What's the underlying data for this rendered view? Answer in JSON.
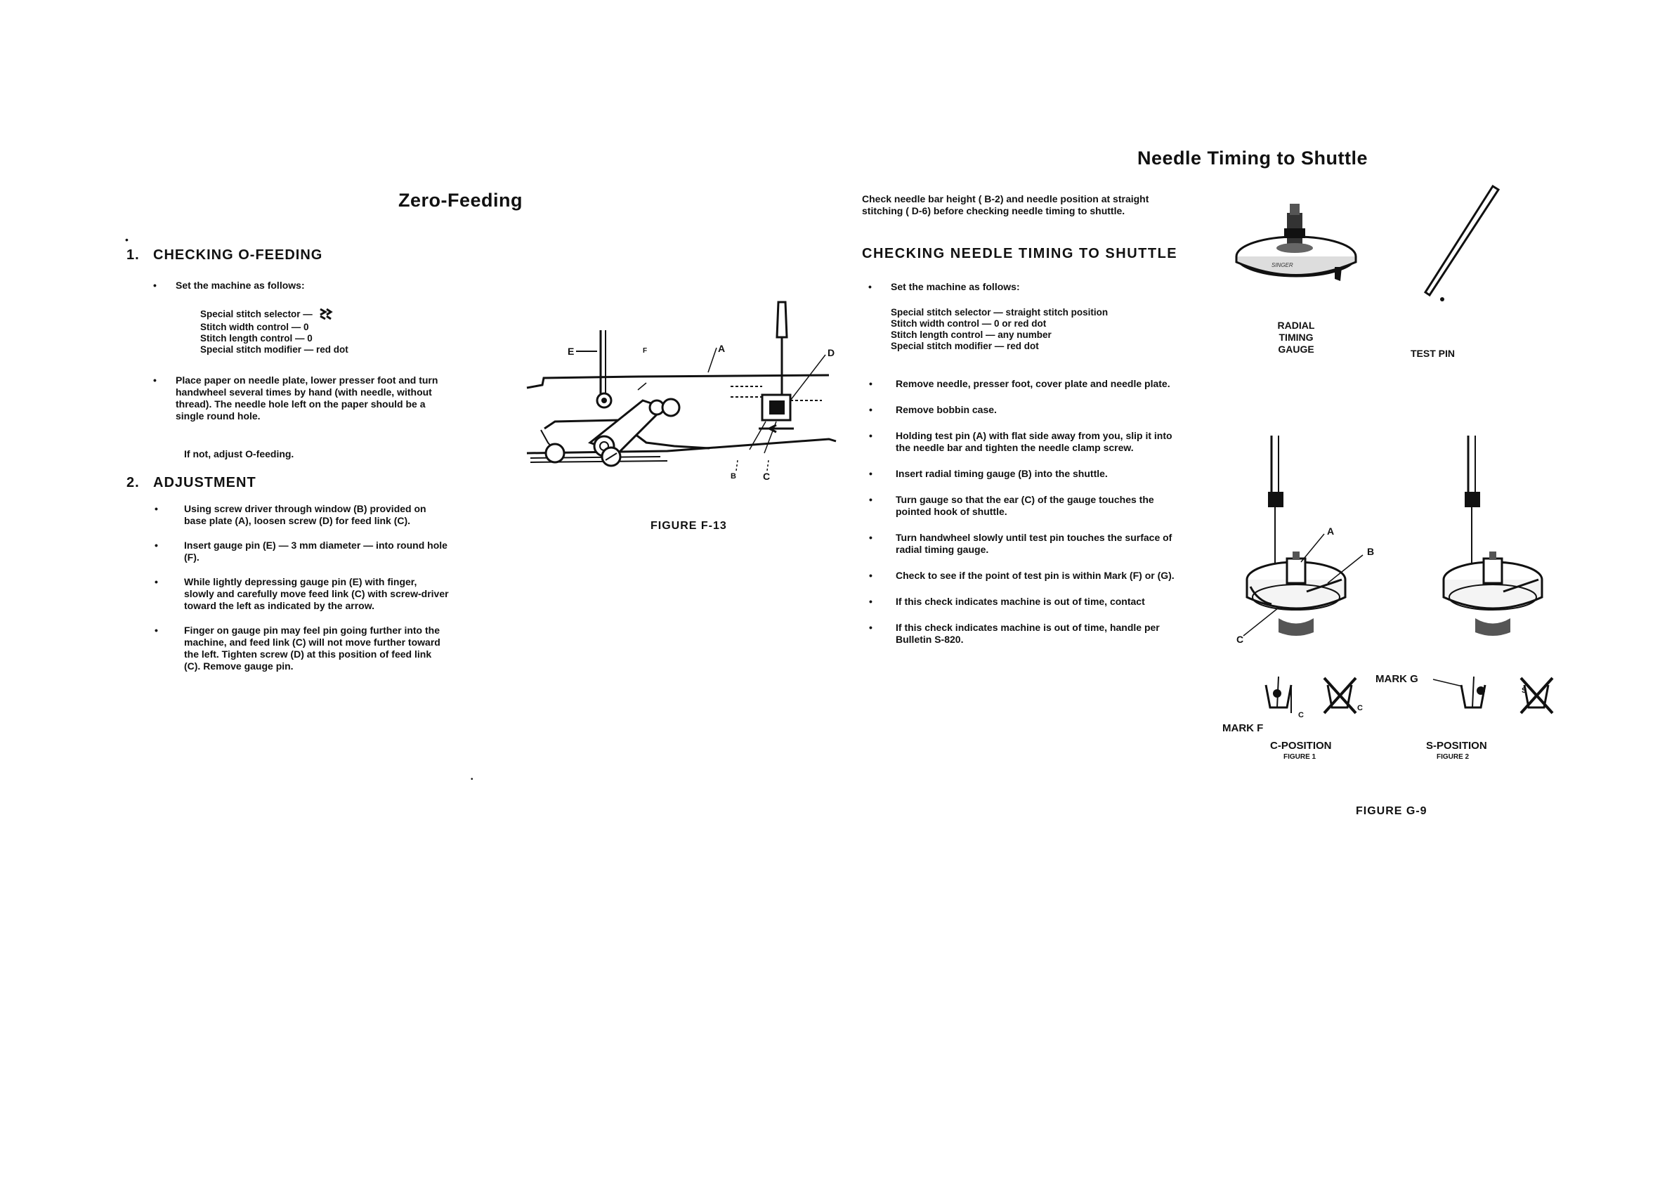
{
  "left": {
    "title": "Zero-Feeding",
    "sec1": {
      "num": "1.",
      "heading": "CHECKING O-FEEDING"
    },
    "b1": "Set the machine as follows:",
    "settings": [
      "Special stitch selector —",
      "Stitch width control — 0",
      "Stitch length control — 0",
      "Special stitch modifier — red dot"
    ],
    "b2": "Place paper on needle plate, lower presser foot and turn handwheel several times by hand (with needle, without thread). The needle hole left on the paper should be a single round hole.",
    "note": "If not, adjust O-feeding.",
    "sec2": {
      "num": "2.",
      "heading": "ADJUSTMENT"
    },
    "adj": [
      "Using screw driver through window (B) provided on base plate (A), loosen screw (D) for feed link (C).",
      "Insert gauge pin (E) — 3 mm diameter — into round hole (F).",
      "While lightly depressing gauge pin (E) with finger, slowly and carefully move feed link (C) with screw-driver toward the left as indicated by the arrow.",
      "Finger on gauge pin may feel pin going further into the machine, and feed link (C) will not move further toward the left. Tighten screw (D) at this position of feed link (C). Remove gauge pin."
    ]
  },
  "figure_f13": {
    "caption": "FIGURE F-13",
    "labels": {
      "E": "E",
      "F": "F",
      "A": "A",
      "D": "D",
      "B": "B",
      "C": "C"
    }
  },
  "right": {
    "title": "Needle Timing to Shuttle",
    "intro": "Check needle bar height ( B-2) and needle position at straight stitching ( D-6) before checking needle timing to shuttle.",
    "heading": "CHECKING NEEDLE TIMING TO SHUTTLE",
    "b1": "Set the machine as follows:",
    "settings": [
      "Special stitch selector — straight stitch position",
      "Stitch width control — 0 or red dot",
      "Stitch length control — any number",
      "Special stitch modifier — red dot"
    ],
    "bullets": [
      "Remove needle, presser foot, cover plate and needle plate.",
      "Remove bobbin case.",
      "Holding test pin (A) with flat side away from you, slip it into the needle bar and tighten the needle clamp screw.",
      "Insert radial timing gauge (B) into the shuttle.",
      "Turn gauge so that the ear (C) of the gauge touches the pointed hook of shuttle.",
      "Turn handwheel slowly until test pin touches the surface of radial timing gauge.",
      "Check to see if the point of test pin is within Mark (F) or (G).",
      "If this check indicates machine is out of time, contact",
      "If this check indicates machine is out of time, handle per Bulletin S-820."
    ]
  },
  "figure_g9": {
    "gauge_label": [
      "RADIAL",
      "TIMING",
      "GAUGE"
    ],
    "pin_label": "TEST PIN",
    "labels": {
      "A": "A",
      "B": "B",
      "C": "C",
      "F": "F",
      "G": "G",
      "S": "S"
    },
    "mark_f": "MARK F",
    "mark_g": "MARK G",
    "c_position": "C-POSITION",
    "s_position": "S-POSITION",
    "fig1": "FIGURE 1",
    "fig2": "FIGURE 2",
    "caption": "FIGURE G-9"
  }
}
